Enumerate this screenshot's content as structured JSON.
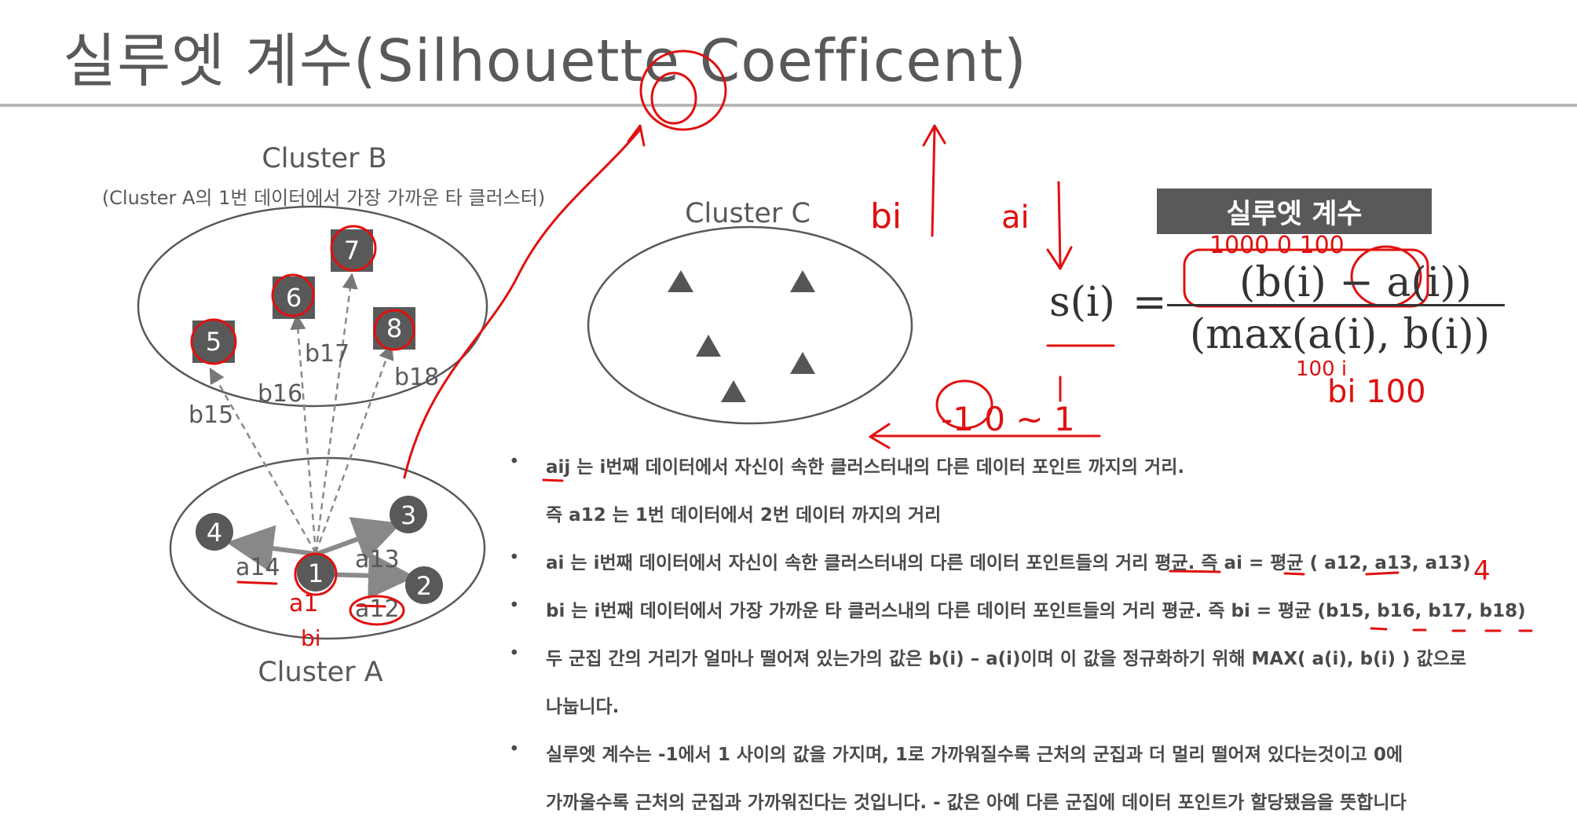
{
  "title": "실루엣 계수(Silhouette Coefficent)",
  "clusters": {
    "a": {
      "label": "Cluster A",
      "points": [
        "1",
        "2",
        "3",
        "4"
      ],
      "edges": [
        "a12",
        "a13",
        "a14"
      ]
    },
    "b": {
      "label": "Cluster B",
      "subtitle": "(Cluster A의 1번 데이터에서 가장 가까운 타 클러스터)",
      "points": [
        "5",
        "6",
        "7",
        "8"
      ],
      "edges": [
        "b15",
        "b16",
        "b17",
        "b18"
      ]
    },
    "c": {
      "label": "Cluster C"
    }
  },
  "silhouette_box": "실루엣 계수",
  "formula": {
    "lhs": "s(i)",
    "eq": "=",
    "numerator": "(b(i) − a(i))",
    "denominator": "(max(a(i), b(i))"
  },
  "handwriting": {
    "bi_label": "bi",
    "ai_label": "ai",
    "range": "-1 0 ~ 1",
    "num_over": "1000  0  100",
    "den_under": "100  i",
    "bi_under": "bi 100",
    "a1": "a1",
    "b1": "bi",
    "four": "4"
  },
  "bullets": [
    {
      "lines": [
        "aij 는 i번째 데이터에서 자신이 속한 클러스터내의 다른 데이터 포인트 까지의 거리.",
        "즉 a12 는 1번 데이터에서 2번 데이터 까지의 거리"
      ]
    },
    {
      "lines": [
        "ai 는 i번째 데이터에서 자신이 속한 클러스터내의 다른 데이터 포인트들의 거리 평균.  즉 ai = 평균 ( a12, a13, a13)"
      ]
    },
    {
      "lines": [
        "bi 는 i번째 데이터에서 가장 가까운 타 클러스내의 다른 데이터 포인트들의 거리 평균. 즉 bi = 평균 (b15, b16, b17, b18)"
      ]
    },
    {
      "lines": [
        "두 군집 간의 거리가 얼마나 떨어져 있는가의 값은 b(i) – a(i)이며 이 값을 정규화하기 위해 MAX( a(i), b(i) ) 값으로",
        "나눕니다."
      ]
    },
    {
      "lines": [
        "실루엣 계수는 -1에서 1 사이의 값을 가지며, 1로 가까워질수록 근처의 군집과 더 멀리 떨어져 있다는것이고 0에",
        "가까울수록 근처의 군집과 가까워진다는 것입니다. - 값은 아예 다른 군집에 데이터 포인트가 할당됐음을 뜻합니다"
      ]
    }
  ]
}
